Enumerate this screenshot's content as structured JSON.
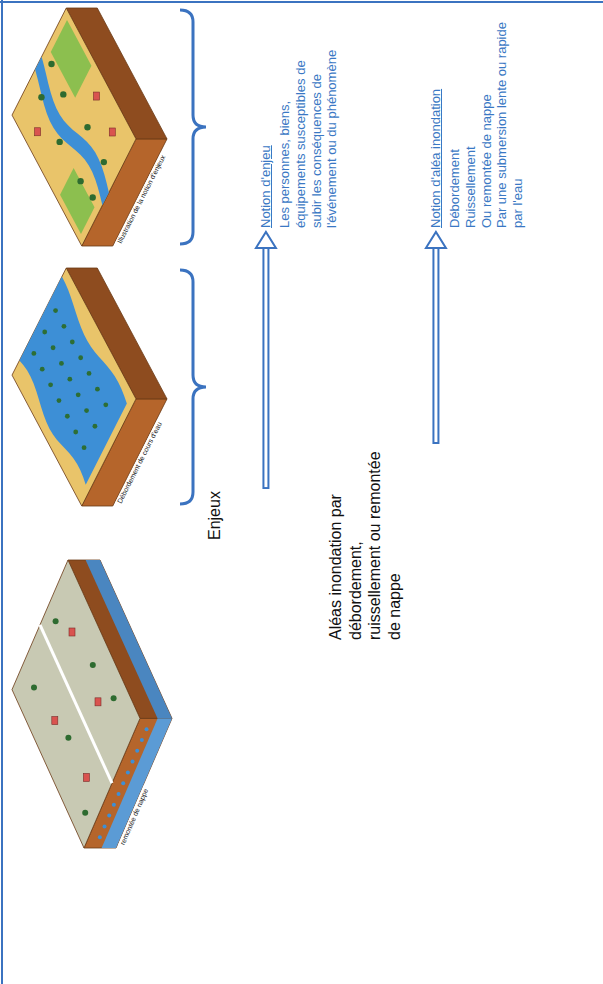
{
  "diagram": {
    "nodes": [
      {
        "text": [
          "Enjeux"
        ]
      },
      {
        "text": [
          "Notion d'enjeu",
          "Les personnes, biens, équipements susceptibles de subir les conséquences de l'événement ou du phénomène"
        ]
      },
      {
        "text": [
          "Aléas inondation par débordement, ruissellement ou remontée de nappe"
        ]
      },
      {
        "text": [
          "Notion d'aléa inondation",
          "Débordement",
          "Ruissellement",
          "Ou remontée de nappe",
          "Par une submersion lente ou rapide par l'eau"
        ]
      }
    ],
    "edges": [
      {
        "from": 0,
        "to": 1,
        "arrow": "to"
      },
      {
        "from": 2,
        "to": 3,
        "arrow": "to"
      }
    ],
    "labels": [
      "Illustration de la notion d'enjeux",
      "Débordement de cours d'eau",
      "remontée de nappe"
    ]
  }
}
